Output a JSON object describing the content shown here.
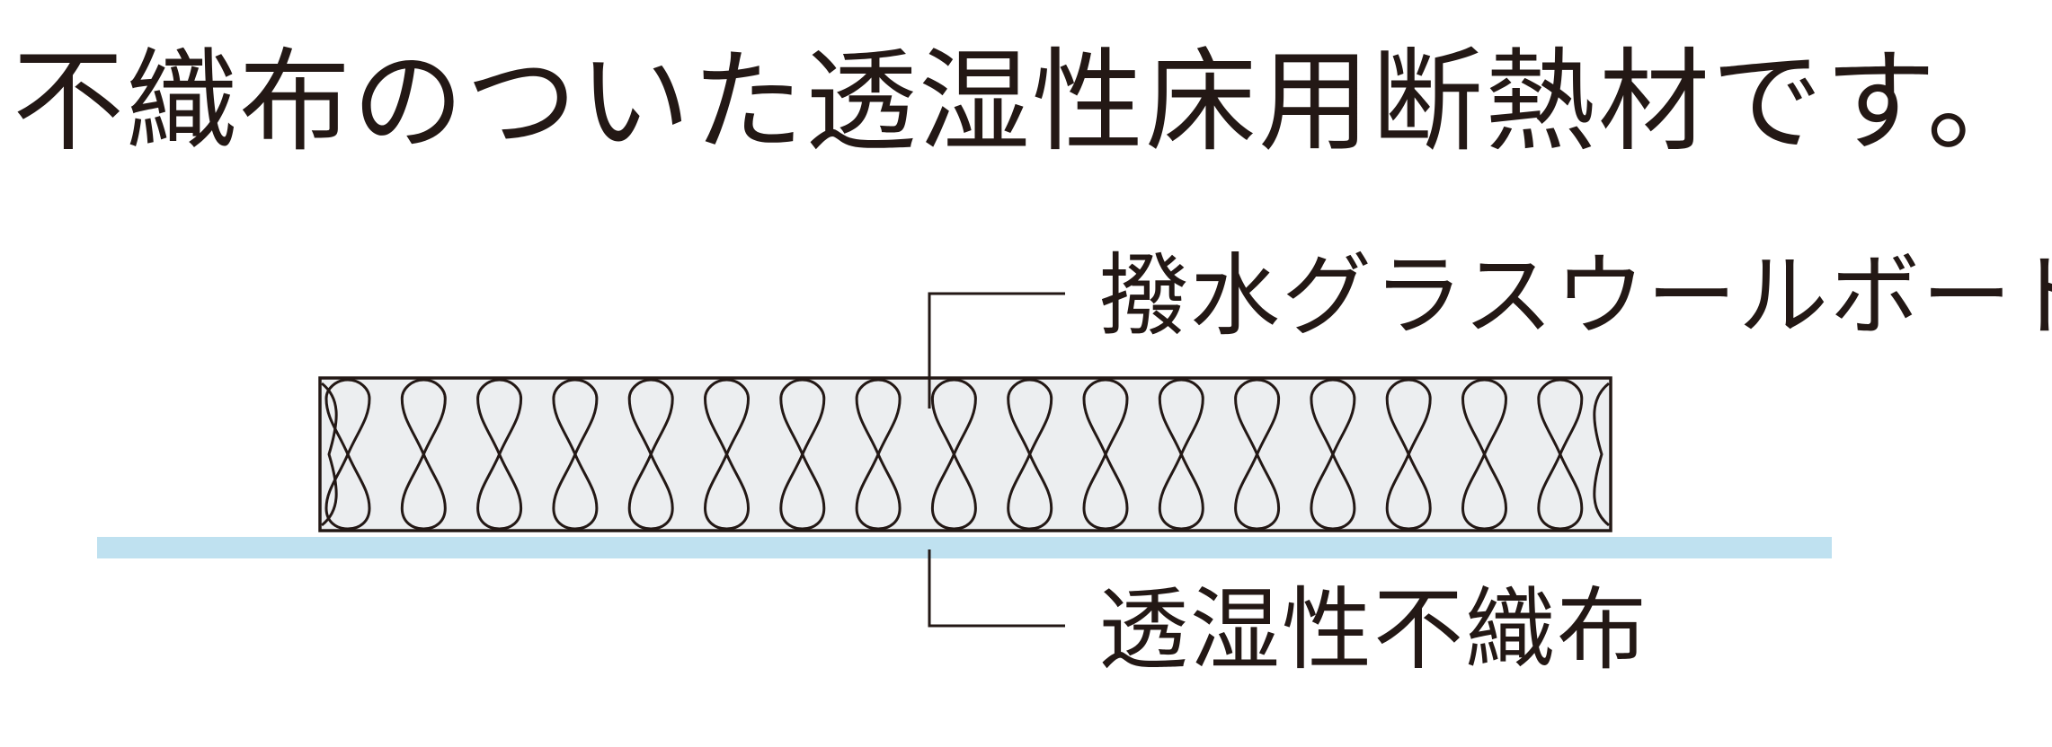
{
  "title": "不織布のついた透湿性床用断熱材です。",
  "labels": {
    "board": "撥水グラスウールボード",
    "fabric": "透湿性不織布"
  },
  "colors": {
    "text": "#231815",
    "board_fill": "#eceef0",
    "fabric": "#bfe1f0"
  }
}
